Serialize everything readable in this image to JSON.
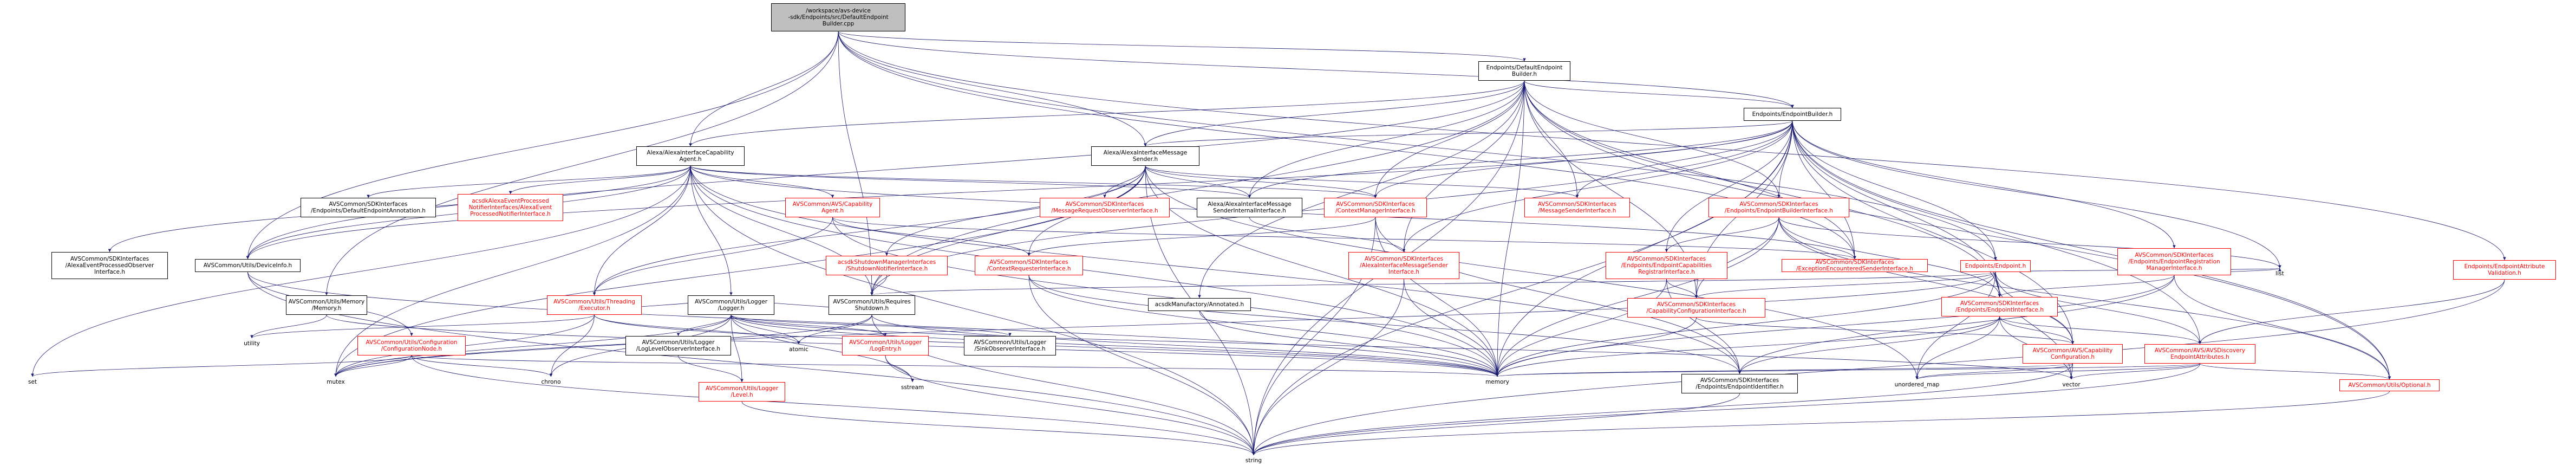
{
  "colors": {
    "edge": "#191970",
    "node_border": "#000000",
    "red_node": "#ff0000",
    "grey_node": "#666666",
    "root_fill": "#bfbfbf"
  },
  "nodes": [
    {
      "id": "root",
      "label": "/workspace/avs-device\n-sdk/Endpoints/src/DefaultEndpoint\nBuilder.cpp",
      "style": "root"
    },
    {
      "id": "defbuilder",
      "label": "Endpoints/DefaultEndpoint\nBuilder.h",
      "style": "black"
    },
    {
      "id": "epbuilder",
      "label": "Endpoints/EndpointBuilder.h",
      "style": "black"
    },
    {
      "id": "attrval",
      "label": "Endpoints/EndpointAttribute\nValidation.h",
      "style": "red"
    },
    {
      "id": "acap",
      "label": "Alexa/AlexaInterfaceCapability\nAgent.h",
      "style": "black"
    },
    {
      "id": "amsender",
      "label": "Alexa/AlexaInterfaceMessage\nSender.h",
      "style": "black"
    },
    {
      "id": "defannot",
      "label": "AVSCommon/SDKInterfaces\n/Endpoints/DefaultEndpointAnnotation.h",
      "style": "black"
    },
    {
      "id": "evtproc",
      "label": "acsdkAlexaEventProcessed\nNotifierInterfaces/AlexaEvent\nProcessedNotifierInterface.h",
      "style": "red"
    },
    {
      "id": "capagent",
      "label": "AVSCommon/AVS/Capability\nAgent.h",
      "style": "red"
    },
    {
      "id": "msgreqobs",
      "label": "AVSCommon/SDKInterfaces\n/MessageRequestObserverInterface.h",
      "style": "red"
    },
    {
      "id": "amsi",
      "label": "Alexa/AlexaInterfaceMessage\nSenderInternalInterface.h",
      "style": "black"
    },
    {
      "id": "ctxmgr",
      "label": "AVSCommon/SDKInterfaces\n/ContextManagerInterface.h",
      "style": "red"
    },
    {
      "id": "msgsender",
      "label": "AVSCommon/SDKInterfaces\n/MessageSenderInterface.h",
      "style": "red"
    },
    {
      "id": "epbi",
      "label": "AVSCommon/SDKInterfaces\n/Endpoints/EndpointBuilderInterface.h",
      "style": "red"
    },
    {
      "id": "endpoint",
      "label": "Endpoints/Endpoint.h",
      "style": "red"
    },
    {
      "id": "epreg",
      "label": "AVSCommon/SDKInterfaces\n/Endpoints/EndpointRegistration\nManagerInterface.h",
      "style": "red"
    },
    {
      "id": "evtobs",
      "label": "AVSCommon/SDKInterfaces\n/AlexaEventProcessedObserver\nInterface.h",
      "style": "black"
    },
    {
      "id": "devinfo",
      "label": "AVSCommon/Utils/DeviceInfo.h",
      "style": "black"
    },
    {
      "id": "shutmgr",
      "label": "acsdkShutdownManagerInterfaces\n/ShutdownNotifierInterface.h",
      "style": "red"
    },
    {
      "id": "ctxreq",
      "label": "AVSCommon/SDKInterfaces\n/ContextRequesterInterface.h",
      "style": "red"
    },
    {
      "id": "amsgsender",
      "label": "AVSCommon/SDKInterfaces\n/AlexaInterfaceMessageSender\nInterface.h",
      "style": "red"
    },
    {
      "id": "epcapreg",
      "label": "AVSCommon/SDKInterfaces\n/Endpoints/EndpointCapabilities\nRegistrarInterface.h",
      "style": "red"
    },
    {
      "id": "excsender",
      "label": "AVSCommon/SDKInterfaces\n/ExceptionEncounteredSenderInterface.h",
      "style": "red"
    },
    {
      "id": "list",
      "label": "list",
      "style": "plain"
    },
    {
      "id": "memiface",
      "label": "AVSCommon/Utils/Memory\n/Memory.h",
      "style": "black"
    },
    {
      "id": "threading",
      "label": "AVSCommon/Utils/Threading\n/Executor.h",
      "style": "red"
    },
    {
      "id": "logger",
      "label": "AVSCommon/Utils/Logger\n/Logger.h",
      "style": "black"
    },
    {
      "id": "reqshut",
      "label": "AVSCommon/Utils/Requires\nShutdown.h",
      "style": "black"
    },
    {
      "id": "annotated",
      "label": "acsdkManufactory/Annotated.h",
      "style": "black"
    },
    {
      "id": "capcfg",
      "label": "AVSCommon/SDKInterfaces\n/CapabilityConfigurationInterface.h",
      "style": "red"
    },
    {
      "id": "epiface",
      "label": "AVSCommon/SDKInterfaces\n/Endpoints/EndpointInterface.h",
      "style": "red"
    },
    {
      "id": "utility",
      "label": "utility",
      "style": "plain"
    },
    {
      "id": "cfgnode",
      "label": "AVSCommon/Utils/Configuration\n/ConfigurationNode.h",
      "style": "red"
    },
    {
      "id": "loglevelobs",
      "label": "AVSCommon/Utils/Logger\n/LogLevelObserverInterface.h",
      "style": "black"
    },
    {
      "id": "logentry",
      "label": "AVSCommon/Utils/Logger\n/LogEntry.h",
      "style": "red"
    },
    {
      "id": "sinkobs",
      "label": "AVSCommon/Utils/Logger\n/SinkObserverInterface.h",
      "style": "black"
    },
    {
      "id": "atomic",
      "label": "atomic",
      "style": "plain"
    },
    {
      "id": "avscap",
      "label": "AVSCommon/AVS/Capability\nConfiguration.h",
      "style": "red"
    },
    {
      "id": "discattr",
      "label": "AVSCommon/AVS/AVSDiscovery\nEndpointAttributes.h",
      "style": "red"
    },
    {
      "id": "set",
      "label": "set",
      "style": "plain"
    },
    {
      "id": "mutex",
      "label": "mutex",
      "style": "plain"
    },
    {
      "id": "chrono",
      "label": "chrono",
      "style": "plain"
    },
    {
      "id": "level",
      "label": "AVSCommon/Utils/Logger\n/Level.h",
      "style": "red"
    },
    {
      "id": "sstream",
      "label": "sstream",
      "style": "plain"
    },
    {
      "id": "memory",
      "label": "memory",
      "style": "plain"
    },
    {
      "id": "epid",
      "label": "AVSCommon/SDKInterfaces\n/Endpoints/EndpointIdentifier.h",
      "style": "black"
    },
    {
      "id": "umap",
      "label": "unordered_map",
      "style": "plain"
    },
    {
      "id": "vector",
      "label": "vector",
      "style": "plain"
    },
    {
      "id": "optional",
      "label": "AVSCommon/Utils/Optional.h",
      "style": "red"
    },
    {
      "id": "string",
      "label": "string",
      "style": "plain"
    }
  ],
  "edges": [
    [
      "root",
      "defbuilder"
    ],
    [
      "root",
      "acap"
    ],
    [
      "root",
      "amsender"
    ],
    [
      "root",
      "devinfo"
    ],
    [
      "root",
      "epbuilder"
    ],
    [
      "root",
      "attrval"
    ],
    [
      "root",
      "endpoint"
    ],
    [
      "root",
      "excsender"
    ],
    [
      "root",
      "reqshut"
    ],
    [
      "root",
      "memiface"
    ],
    [
      "defbuilder",
      "epbuilder"
    ],
    [
      "defbuilder",
      "acap"
    ],
    [
      "defbuilder",
      "amsender"
    ],
    [
      "defbuilder",
      "amsi"
    ],
    [
      "defbuilder",
      "ctxmgr"
    ],
    [
      "defbuilder",
      "msgsender"
    ],
    [
      "defbuilder",
      "epbi"
    ],
    [
      "defbuilder",
      "amsgsender"
    ],
    [
      "defbuilder",
      "capcfg"
    ],
    [
      "defbuilder",
      "epiface"
    ],
    [
      "defbuilder",
      "devinfo"
    ],
    [
      "defbuilder",
      "reqshut"
    ],
    [
      "defbuilder",
      "memory"
    ],
    [
      "defbuilder",
      "string"
    ],
    [
      "defbuilder",
      "optional"
    ],
    [
      "defbuilder",
      "annotated"
    ],
    [
      "defbuilder",
      "excsender"
    ],
    [
      "epbuilder",
      "amsender"
    ],
    [
      "epbuilder",
      "amsi"
    ],
    [
      "epbuilder",
      "ctxmgr"
    ],
    [
      "epbuilder",
      "msgsender"
    ],
    [
      "epbuilder",
      "epbi"
    ],
    [
      "epbuilder",
      "epreg"
    ],
    [
      "epbuilder",
      "endpoint"
    ],
    [
      "epbuilder",
      "list"
    ],
    [
      "epbuilder",
      "memory"
    ],
    [
      "epbuilder",
      "string"
    ],
    [
      "epbuilder",
      "optional"
    ],
    [
      "epbuilder",
      "discattr"
    ],
    [
      "epbuilder",
      "avscap"
    ],
    [
      "epbuilder",
      "epiface"
    ],
    [
      "epbuilder",
      "capcfg"
    ],
    [
      "epbuilder",
      "epcapreg"
    ],
    [
      "epbuilder",
      "excsender"
    ],
    [
      "epbuilder",
      "amsgsender"
    ],
    [
      "epbuilder",
      "devinfo"
    ],
    [
      "epbuilder",
      "reqshut"
    ],
    [
      "attrval",
      "discattr"
    ],
    [
      "attrval",
      "string"
    ],
    [
      "acap",
      "defannot"
    ],
    [
      "acap",
      "evtproc"
    ],
    [
      "acap",
      "capagent"
    ],
    [
      "acap",
      "amsi"
    ],
    [
      "acap",
      "evtobs"
    ],
    [
      "acap",
      "devinfo"
    ],
    [
      "acap",
      "ctxmgr"
    ],
    [
      "acap",
      "excsender"
    ],
    [
      "acap",
      "threading"
    ],
    [
      "acap",
      "logger"
    ],
    [
      "acap",
      "memory"
    ],
    [
      "acap",
      "set"
    ],
    [
      "acap",
      "mutex"
    ],
    [
      "acap",
      "epid"
    ],
    [
      "acap",
      "reqshut"
    ],
    [
      "acap",
      "string"
    ],
    [
      "amsender",
      "msgreqobs"
    ],
    [
      "amsender",
      "amsi"
    ],
    [
      "amsender",
      "ctxmgr"
    ],
    [
      "amsender",
      "msgsender"
    ],
    [
      "amsender",
      "shutmgr"
    ],
    [
      "amsender",
      "ctxreq"
    ],
    [
      "amsender",
      "threading"
    ],
    [
      "amsender",
      "reqshut"
    ],
    [
      "amsender",
      "memory"
    ],
    [
      "amsender",
      "mutex"
    ],
    [
      "amsender",
      "umap"
    ],
    [
      "amsender",
      "string"
    ],
    [
      "amsi",
      "amsgsender"
    ],
    [
      "ctxmgr",
      "ctxreq"
    ],
    [
      "ctxmgr",
      "memory"
    ],
    [
      "ctxmgr",
      "epid"
    ],
    [
      "ctxmgr",
      "string"
    ],
    [
      "epbi",
      "epcapreg"
    ],
    [
      "epbi",
      "epiface"
    ],
    [
      "epbi",
      "memory"
    ],
    [
      "epbi",
      "capcfg"
    ],
    [
      "epbi",
      "list"
    ],
    [
      "epbi",
      "optional"
    ],
    [
      "epbi",
      "avscap"
    ],
    [
      "endpoint",
      "epiface"
    ],
    [
      "endpoint",
      "capcfg"
    ],
    [
      "endpoint",
      "avscap"
    ],
    [
      "endpoint",
      "discattr"
    ],
    [
      "endpoint",
      "list"
    ],
    [
      "endpoint",
      "memory"
    ],
    [
      "endpoint",
      "mutex"
    ],
    [
      "endpoint",
      "umap"
    ],
    [
      "endpoint",
      "vector"
    ],
    [
      "endpoint",
      "reqshut"
    ],
    [
      "epreg",
      "epiface"
    ],
    [
      "epreg",
      "list"
    ],
    [
      "epreg",
      "memory"
    ],
    [
      "epreg",
      "epid"
    ],
    [
      "epreg",
      "optional"
    ],
    [
      "capagent",
      "ctxreq"
    ],
    [
      "capagent",
      "threading"
    ],
    [
      "capagent",
      "excsender"
    ],
    [
      "capagent",
      "memory"
    ],
    [
      "devinfo",
      "cfgnode"
    ],
    [
      "devinfo",
      "string"
    ],
    [
      "devinfo",
      "memory"
    ],
    [
      "shutmgr",
      "reqshut"
    ],
    [
      "ctxreq",
      "memory"
    ],
    [
      "ctxreq",
      "epid"
    ],
    [
      "ctxreq",
      "string"
    ],
    [
      "amsgsender",
      "memory"
    ],
    [
      "amsgsender",
      "string"
    ],
    [
      "epcapreg",
      "capcfg"
    ],
    [
      "epcapreg",
      "memory"
    ],
    [
      "epcapreg",
      "epid"
    ],
    [
      "memiface",
      "memory"
    ],
    [
      "memiface",
      "utility"
    ],
    [
      "threading",
      "atomic"
    ],
    [
      "threading",
      "chrono"
    ],
    [
      "threading",
      "memory"
    ],
    [
      "threading",
      "mutex"
    ],
    [
      "threading",
      "logger"
    ],
    [
      "threading",
      "utility"
    ],
    [
      "logger",
      "loglevelobs"
    ],
    [
      "logger",
      "logentry"
    ],
    [
      "logger",
      "sinkobs"
    ],
    [
      "logger",
      "level"
    ],
    [
      "logger",
      "atomic"
    ],
    [
      "logger",
      "chrono"
    ],
    [
      "logger",
      "mutex"
    ],
    [
      "logger",
      "sstream"
    ],
    [
      "logger",
      "vector"
    ],
    [
      "logger",
      "memory"
    ],
    [
      "reqshut",
      "logger"
    ],
    [
      "reqshut",
      "atomic"
    ],
    [
      "reqshut",
      "memory"
    ],
    [
      "reqshut",
      "mutex"
    ],
    [
      "reqshut",
      "string"
    ],
    [
      "annotated",
      "memory"
    ],
    [
      "capcfg",
      "avscap"
    ],
    [
      "capcfg",
      "memory"
    ],
    [
      "epiface",
      "avscap"
    ],
    [
      "epiface",
      "discattr"
    ],
    [
      "epiface",
      "epid"
    ],
    [
      "epiface",
      "vector"
    ],
    [
      "epiface",
      "memory"
    ],
    [
      "epiface",
      "umap"
    ],
    [
      "cfgnode",
      "set"
    ],
    [
      "cfgnode",
      "mutex"
    ],
    [
      "cfgnode",
      "chrono"
    ],
    [
      "cfgnode",
      "memory"
    ],
    [
      "cfgnode",
      "string"
    ],
    [
      "loglevelobs",
      "level"
    ],
    [
      "logentry",
      "sstream"
    ],
    [
      "logentry",
      "string"
    ],
    [
      "level",
      "string"
    ],
    [
      "avscap",
      "memory"
    ],
    [
      "avscap",
      "string"
    ],
    [
      "avscap",
      "vector"
    ],
    [
      "avscap",
      "umap"
    ],
    [
      "discattr",
      "optional"
    ],
    [
      "discattr",
      "string"
    ],
    [
      "discattr",
      "vector"
    ],
    [
      "discattr",
      "umap"
    ],
    [
      "discattr",
      "memory"
    ],
    [
      "epid",
      "string"
    ],
    [
      "optional",
      "string"
    ]
  ]
}
